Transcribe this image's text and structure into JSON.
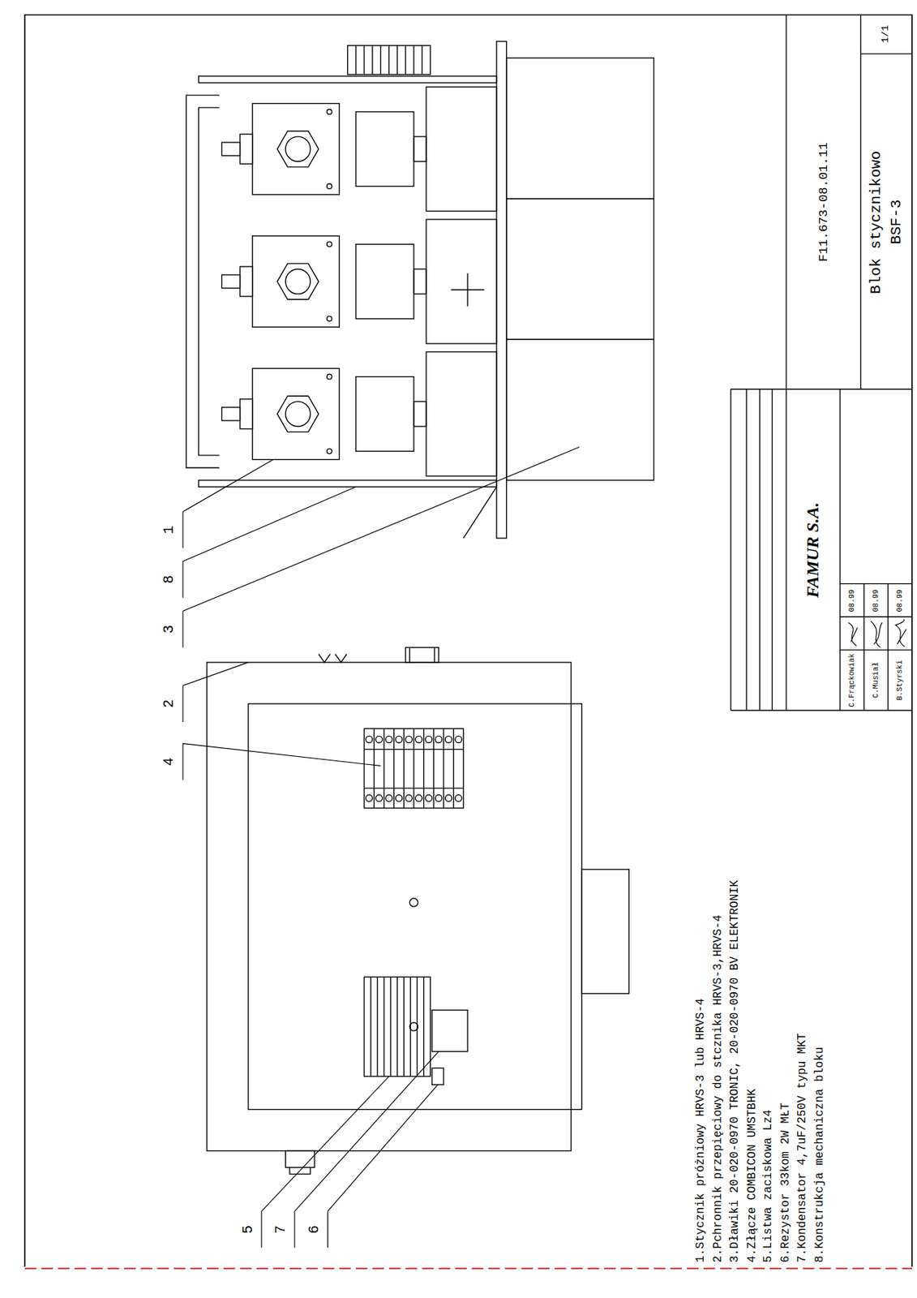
{
  "diagram": {
    "labels": [
      "1.Stycznik próżniowy HRVS-3 lub HRVS-4",
      "2.Pchronnik przepięciowy do stcznika HRVS-3,HRVS-4",
      "3.Dławiki 20-020-0970 TRONIC, 20-020-0970 BV ELEKTRONIK",
      "4.Złącze COMBICON UMSTBHK",
      "5.Listwa zaciskowa Lz4",
      "6.Rezystor 33kom 2W MŁT",
      "7.Kondensator 4,7uF/250V typu MKT",
      "8.Konstrukcja mechaniczna bloku",
      "5",
      "7",
      "6",
      "2",
      "4",
      "1",
      "8",
      "3",
      "FAMUR S.A.",
      "C.Frąckowiak",
      "08.99",
      "C.Musiał",
      "08.99",
      "B.Styrski",
      "08.99",
      "F11.673-08.01.11",
      "1/1",
      "Blok stycznikowo",
      "BSF-3"
    ]
  }
}
